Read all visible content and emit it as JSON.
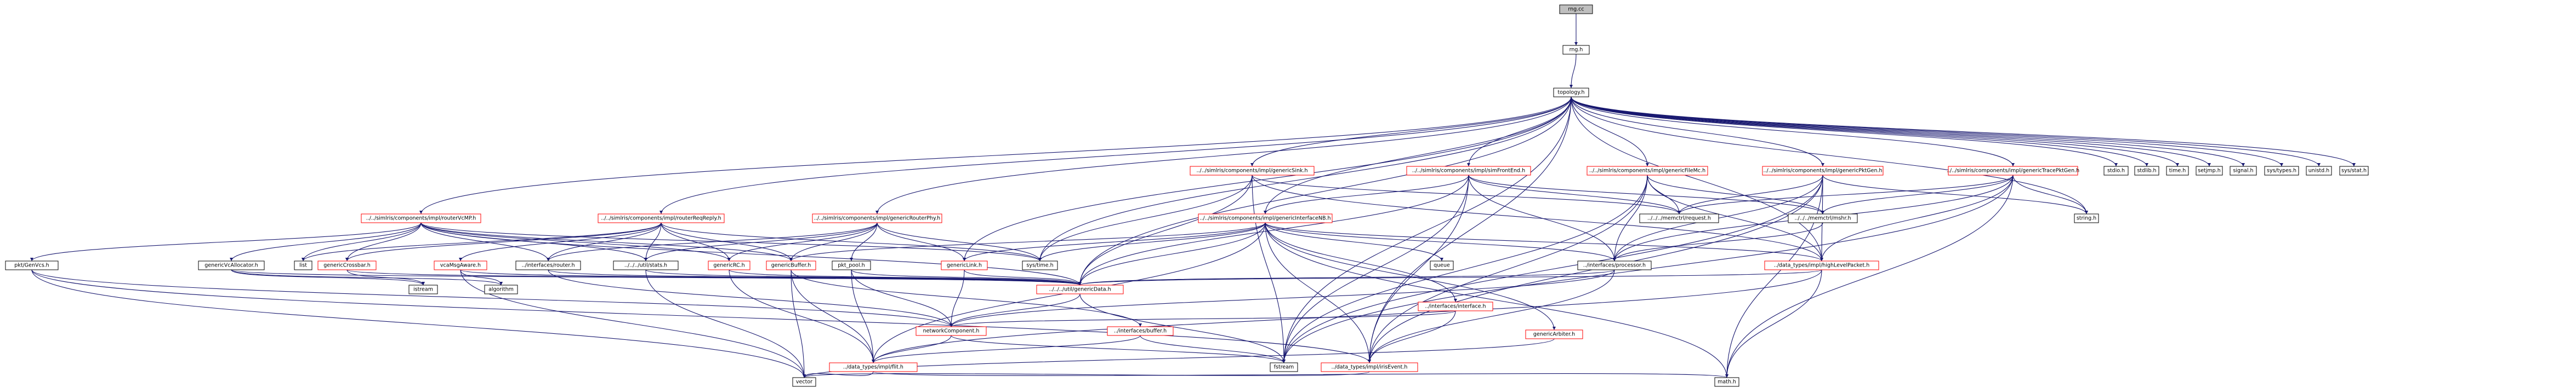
{
  "nodes": {
    "rng_cc": "rng.cc",
    "rng_h": "rng.h",
    "topology_h": "topology.h",
    "stdio_h": "stdio.h",
    "stdlib_h": "stdlib.h",
    "time_h": "time.h",
    "setjmp_h": "setjmp.h",
    "signal_h": "signal.h",
    "sys_types_h": "sys/types.h",
    "unistd_h": "unistd.h",
    "sys_stat_h": "sys/stat.h",
    "generic_sink": "../../simlris/components/impl/genericSink.h",
    "front_end": "../../simlris/components/impl/simFrontEnd.h",
    "generic_file_mc": "../../simlris/components/impl/genericFileMc.h",
    "generic_pkt_gen": "../../simlris/components/impl/genericPktGen.h",
    "generic_trace_pkt_gen": "../../simlris/components/impl/genericTracePktGen.h",
    "router_vcmp": "../../simlris/components/impl/routerVcMP.h",
    "router_req_reply": "../../simlris/components/impl/routerReqReply.h",
    "router_phy": "../../simlris/components/impl/genericRouterPhy.h",
    "generic_interface_nb": "../../simlris/components/impl/genericInterfaceNB.h",
    "memctrl_request": "../../../memctrl/request.h",
    "memctrl_mshr": "../../../memctrl/mshr.h",
    "string_h": "string.h",
    "queue": "queue",
    "interfaces_processor": "../interfaces/processor.h",
    "high_level_packet": "../data_types/impl/highLevelPacket.h",
    "pkt_gen_vcs": "pkt/GenVcs.h",
    "generic_vc_allocator": "genericVcAllocator.h",
    "list": "list",
    "generic_crossbar": "genericCrossbar.h",
    "vca_msg_aware": "vcaMsgAware.h",
    "interfaces_router": "../interfaces/router.h",
    "util_stats": "../../../util/stats.h",
    "generic_rc": "genericRC.h",
    "generic_buffer": "genericBuffer.h",
    "pkt_pool": "pkt_pool.h",
    "generic_link": "genericLink.h",
    "sys_time": "sys/time.h",
    "istream": "istream",
    "algorithm": "algorithm",
    "util_generic_data": "../../../util/genericData.h",
    "interfaces_interface": "../interfaces/interface.h",
    "network_component": "networkComponent.h",
    "interfaces_buffer": "../interfaces/buffer.h",
    "generic_arbiter": "genericArbiter.h",
    "fstream": "fstream",
    "irls_event": "../data_types/impl/irisEvent.h",
    "flit_h": "../data_types/impl/flit.h",
    "vector": "vector",
    "math_h": "math.h"
  }
}
